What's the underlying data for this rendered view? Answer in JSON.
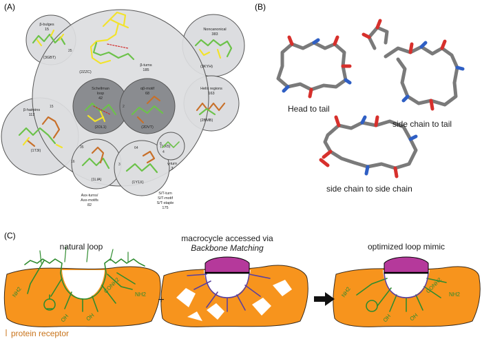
{
  "panel_a": {
    "label": "(A)",
    "circles": {
      "beta_bulges": {
        "title": "β-bulges",
        "count": "15",
        "pdb": "(3GBT)"
      },
      "beta_turns": {
        "title": "β-turns",
        "count": "185",
        "pdb": "(2ZZC)"
      },
      "noncanonical": {
        "title": "Noncanonical",
        "count": "383",
        "pdb": "(3KYH)"
      },
      "schellman": {
        "title1": "Schellman",
        "title2": "loop",
        "count": "42",
        "pdb": "(2OL1)"
      },
      "ab_motif": {
        "title": "αβ-motif",
        "count": "68",
        "pdb": "(2DVT)"
      },
      "helix": {
        "title": "Helix regions",
        "count": "163",
        "pdb": "(2BMB)"
      },
      "beta_hairpins": {
        "title": "β-hairpins",
        "count": "112",
        "pdb": "(1T3I)"
      },
      "gamma_turn": {
        "title": "γ-turn",
        "count": "3",
        "pdb": "(1IX5)"
      },
      "asx": {
        "title1": "Asx-turns/",
        "title2": "Asx-motifs",
        "count": "82",
        "pdb": "(1LIA)"
      },
      "st": {
        "title1": "S/T-turn",
        "title2": "S/T-motif",
        "title3": "S/T-staple",
        "count": "175",
        "pdb": "(1Y1X)"
      }
    },
    "overlaps": {
      "o1": "25",
      "o2": "15",
      "o3": "2",
      "o4": "16",
      "o5": "35",
      "o6": "64",
      "o7": "3",
      "o8": "4",
      "o9": "8"
    }
  },
  "panel_b": {
    "label": "(B)",
    "head_to_tail": "Head to tail",
    "sc_to_tail": "side chain to tail",
    "sc_to_sc": "side chain to side chain"
  },
  "panel_c": {
    "label": "(C)",
    "natural_loop": "natural loop",
    "macro_line1": "macrocycle accessed via",
    "macro_line2": "Backbone Matching",
    "optimized": "optimized loop mimic",
    "plus": "+",
    "receptor": "protein receptor",
    "groups": {
      "nh2": "NH2",
      "oh": "OH",
      "conh2": "CONH2"
    }
  },
  "colors": {
    "receptor": "#f7941d",
    "receptor_text": "#c8731a",
    "loop_green": "#2e8b2e",
    "purple": "#5a3f9e",
    "magenta": "#b5399b",
    "gray_light": "#dcdde0",
    "gray_dark": "#8a8c90"
  }
}
